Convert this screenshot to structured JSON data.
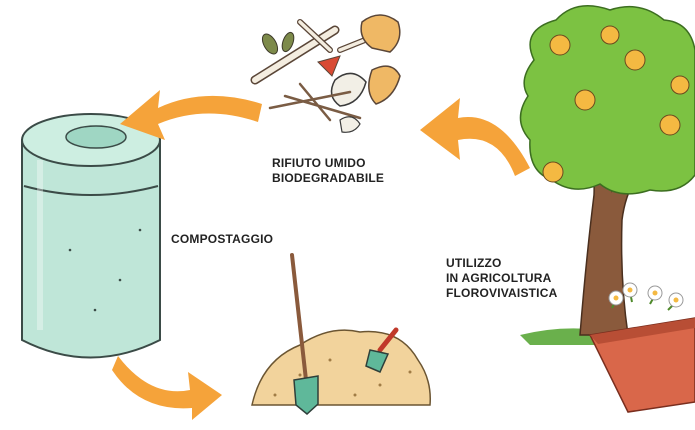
{
  "labels": {
    "waste": {
      "line1": "RIFIUTO UMIDO",
      "line2": "BIODEGRADABILE"
    },
    "composting": "COMPOSTAGGIO",
    "use": {
      "line1": "UTILIZZO",
      "line2": "IN AGRICOLTURA",
      "line3": "FLOROVIVAISTICA"
    }
  },
  "colors": {
    "arrow": "#f5a33a",
    "bin": "#bfe6d8",
    "bin_outline": "#3b4b47",
    "compost": "#f2d39c",
    "tree_foliage": "#7cc242",
    "tree_trunk": "#8a5a3c",
    "flower": "#f4b942",
    "planter": "#d9674a"
  },
  "icons": {
    "bin": "compost-bin-illustration",
    "waste": "organic-waste-illustration",
    "heap": "compost-heap-illustration",
    "tree": "fruit-tree-illustration",
    "planter": "flower-planter-illustration"
  }
}
